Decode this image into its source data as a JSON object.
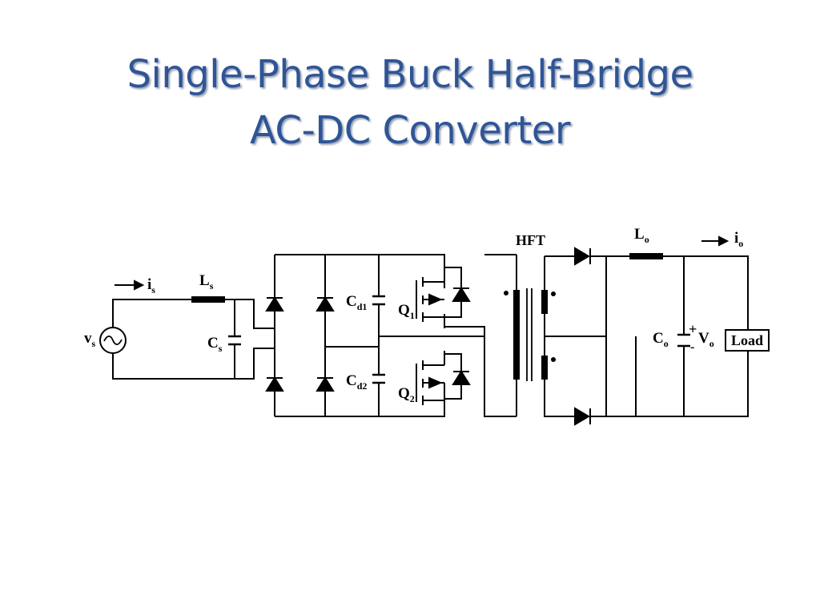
{
  "slide": {
    "title_line1": "Single-Phase Buck Half-Bridge",
    "title_line2": "AC-DC Converter",
    "title_color": "#2f5597"
  },
  "circuit": {
    "source": {
      "main": "v",
      "sub": "s"
    },
    "input_current": {
      "main": "i",
      "sub": "s"
    },
    "input_inductor": {
      "main": "L",
      "sub": "s"
    },
    "input_capacitor": {
      "main": "C",
      "sub": "s"
    },
    "cap_top": {
      "main": "C",
      "sub": "d1"
    },
    "cap_bottom": {
      "main": "C",
      "sub": "d2"
    },
    "switch_top": {
      "main": "Q",
      "sub": "1"
    },
    "switch_bottom": {
      "main": "Q",
      "sub": "2"
    },
    "transformer": "HFT",
    "output_inductor": {
      "main": "L",
      "sub": "o"
    },
    "output_current": {
      "main": "i",
      "sub": "o"
    },
    "output_capacitor": {
      "main": "C",
      "sub": "o"
    },
    "output_voltage": {
      "main": "V",
      "sub": "o"
    },
    "polarity_plus": "+",
    "polarity_minus": "-",
    "load": "Load"
  }
}
